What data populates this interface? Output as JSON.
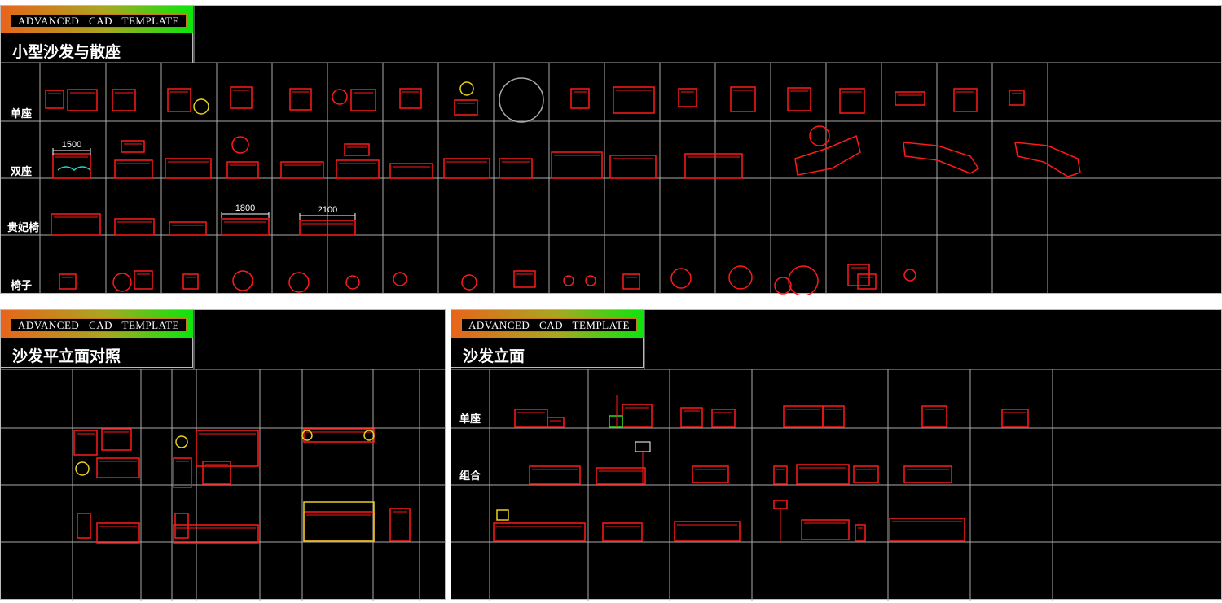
{
  "banner_text": "ADVANCED CAD TEMPLATE",
  "panels": [
    {
      "title": "小型沙发与散座",
      "rows": [
        "单座",
        "双座",
        "贵妃椅",
        "椅子"
      ]
    },
    {
      "title": "沙发平立面对照"
    },
    {
      "title": "沙发立面",
      "rows": [
        "单座",
        "组合"
      ]
    }
  ],
  "dimensions": [
    "1500",
    "1800",
    "2100"
  ],
  "colors": {
    "line": "#ff1a1a",
    "grid": "#aaaaaa",
    "accent_yellow": "#e8d020",
    "accent_cyan": "#2ad0c8"
  }
}
